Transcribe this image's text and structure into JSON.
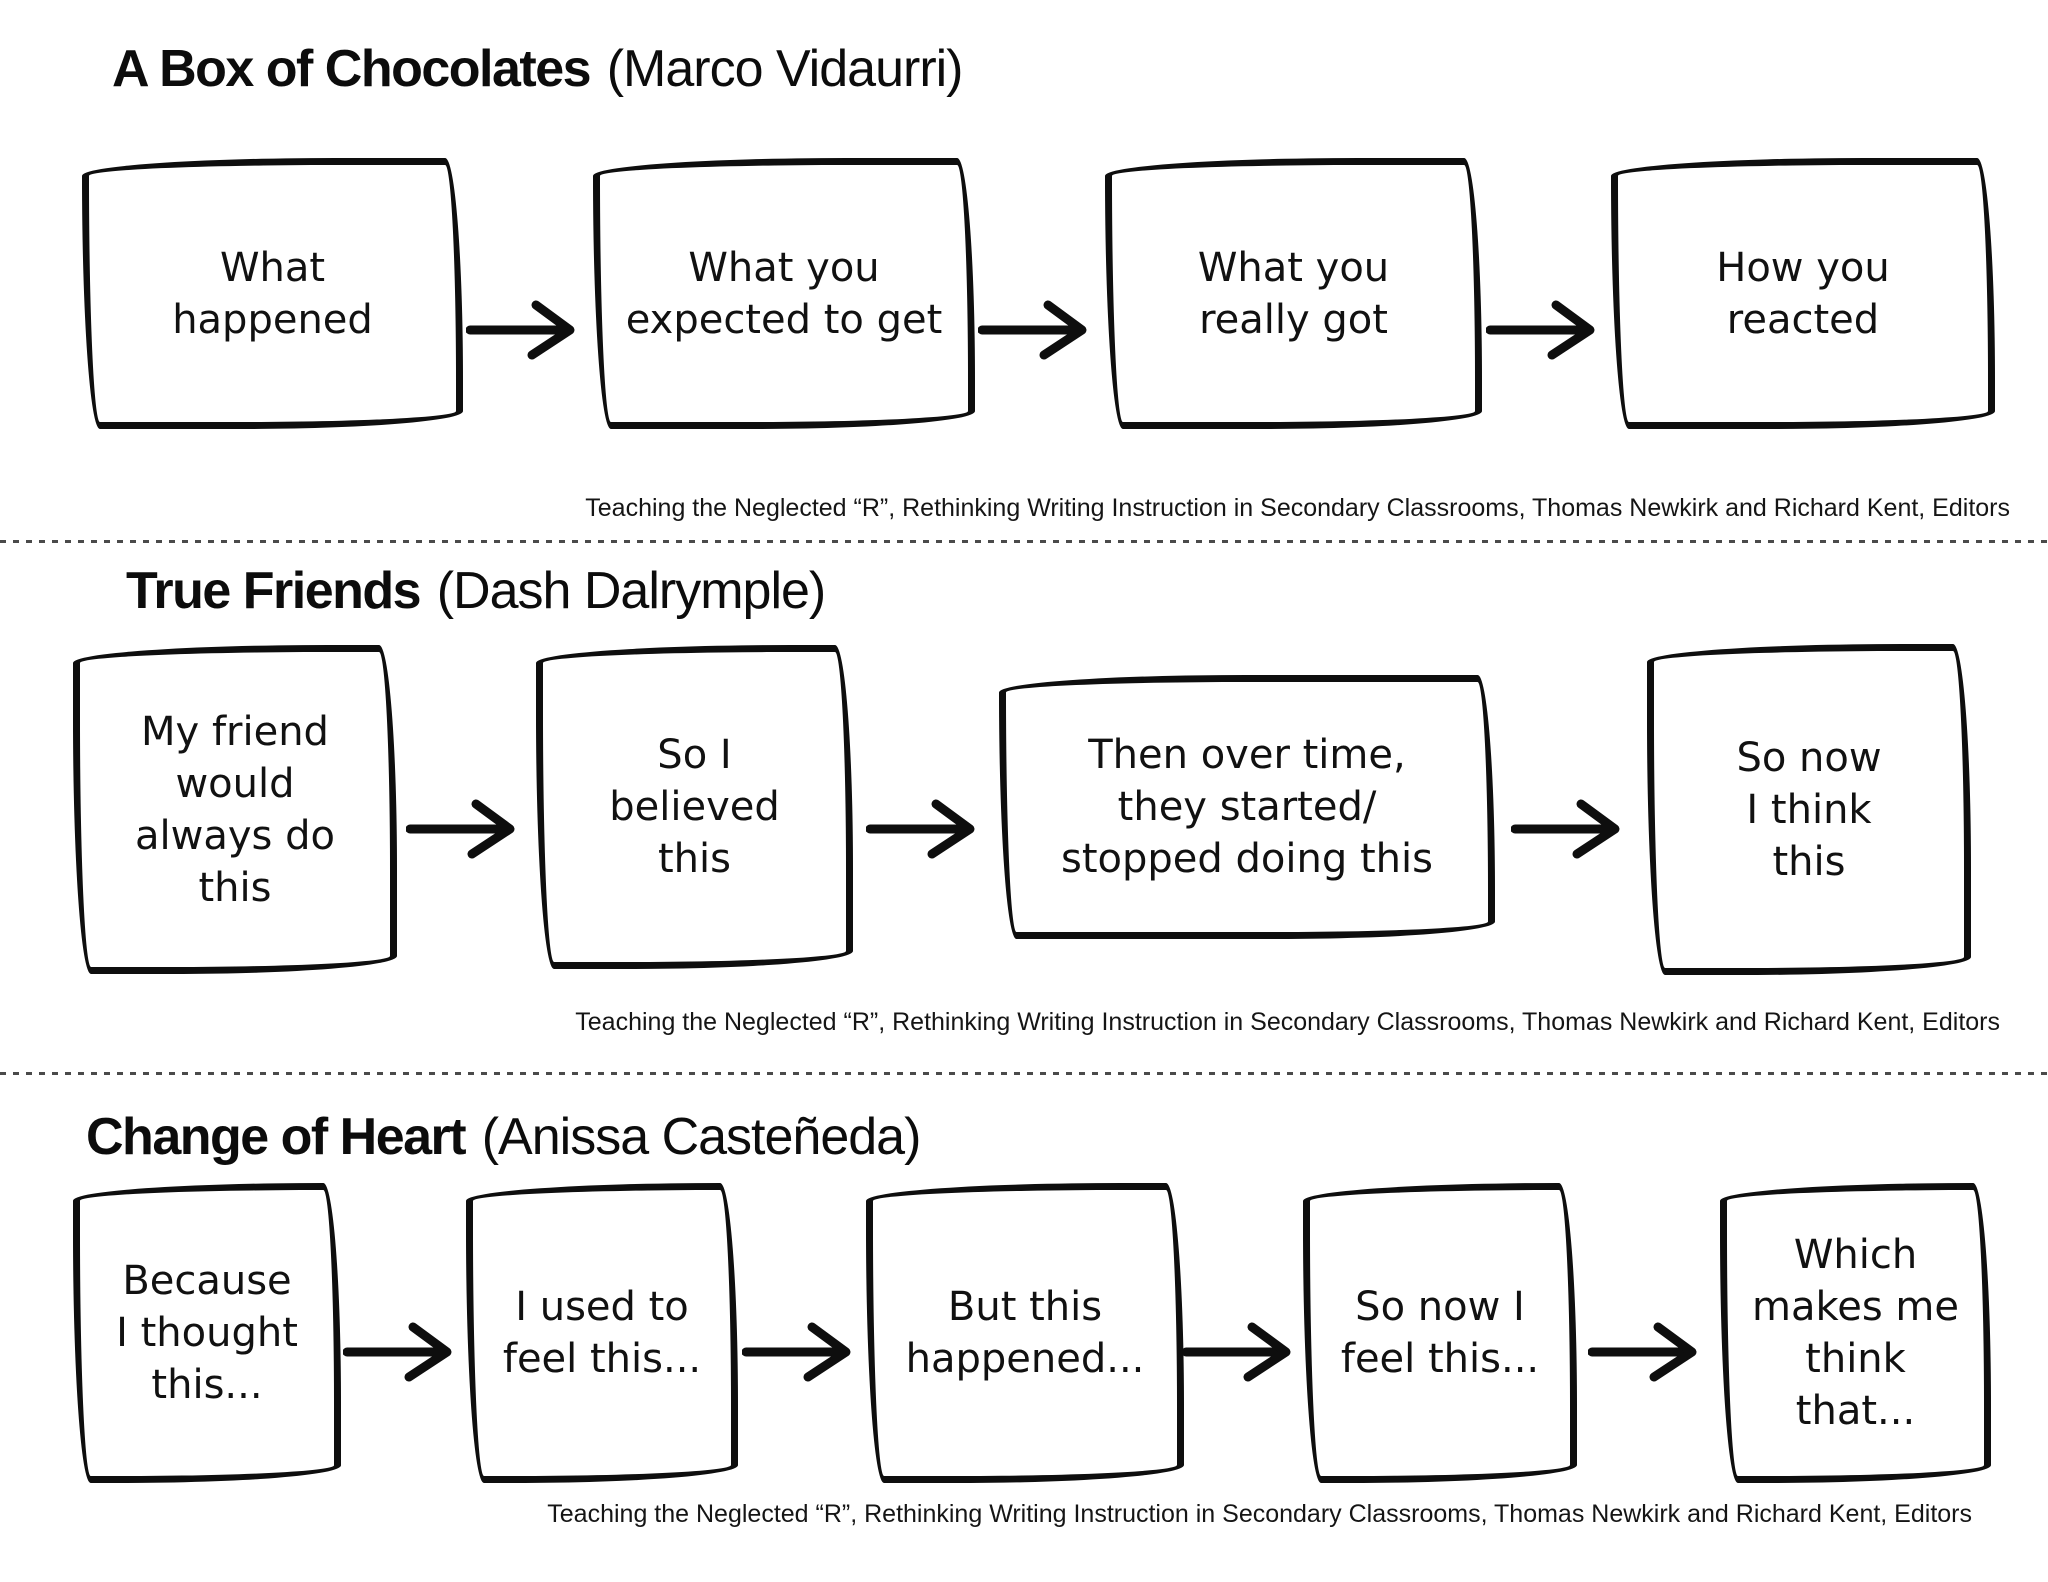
{
  "page": {
    "background": "#ffffff",
    "ink": "#0e0e0e"
  },
  "sections": [
    {
      "title": "A Box of Chocolates",
      "author": "(Marco Vidaurri)",
      "boxes": [
        "What\nhappened",
        "What you\nexpected to get",
        "What you\nreally got",
        "How you\nreacted"
      ],
      "citation": "Teaching the Neglected “R”, Rethinking Writing Instruction in Secondary Classrooms, Thomas Newkirk and Richard Kent, Editors"
    },
    {
      "title": "True Friends",
      "author": "(Dash Dalrymple)",
      "boxes": [
        "My friend\nwould\nalways do\nthis",
        "So I\nbelieved\nthis",
        "Then over time,\nthey started/\nstopped doing this",
        "So now\nI think\nthis"
      ],
      "citation": "Teaching the Neglected “R”, Rethinking Writing Instruction in Secondary Classrooms, Thomas Newkirk and Richard Kent, Editors"
    },
    {
      "title": "Change of Heart",
      "author": "(Anissa Casteñeda)",
      "boxes": [
        "Because\nI thought\nthis...",
        "I used to\nfeel this...",
        "But this\nhappened...",
        "So now I\nfeel this...",
        "Which\nmakes me\nthink\nthat..."
      ],
      "citation": "Teaching the Neglected “R”, Rethinking Writing Instruction in Secondary Classrooms, Thomas Newkirk and Richard Kent, Editors"
    }
  ]
}
